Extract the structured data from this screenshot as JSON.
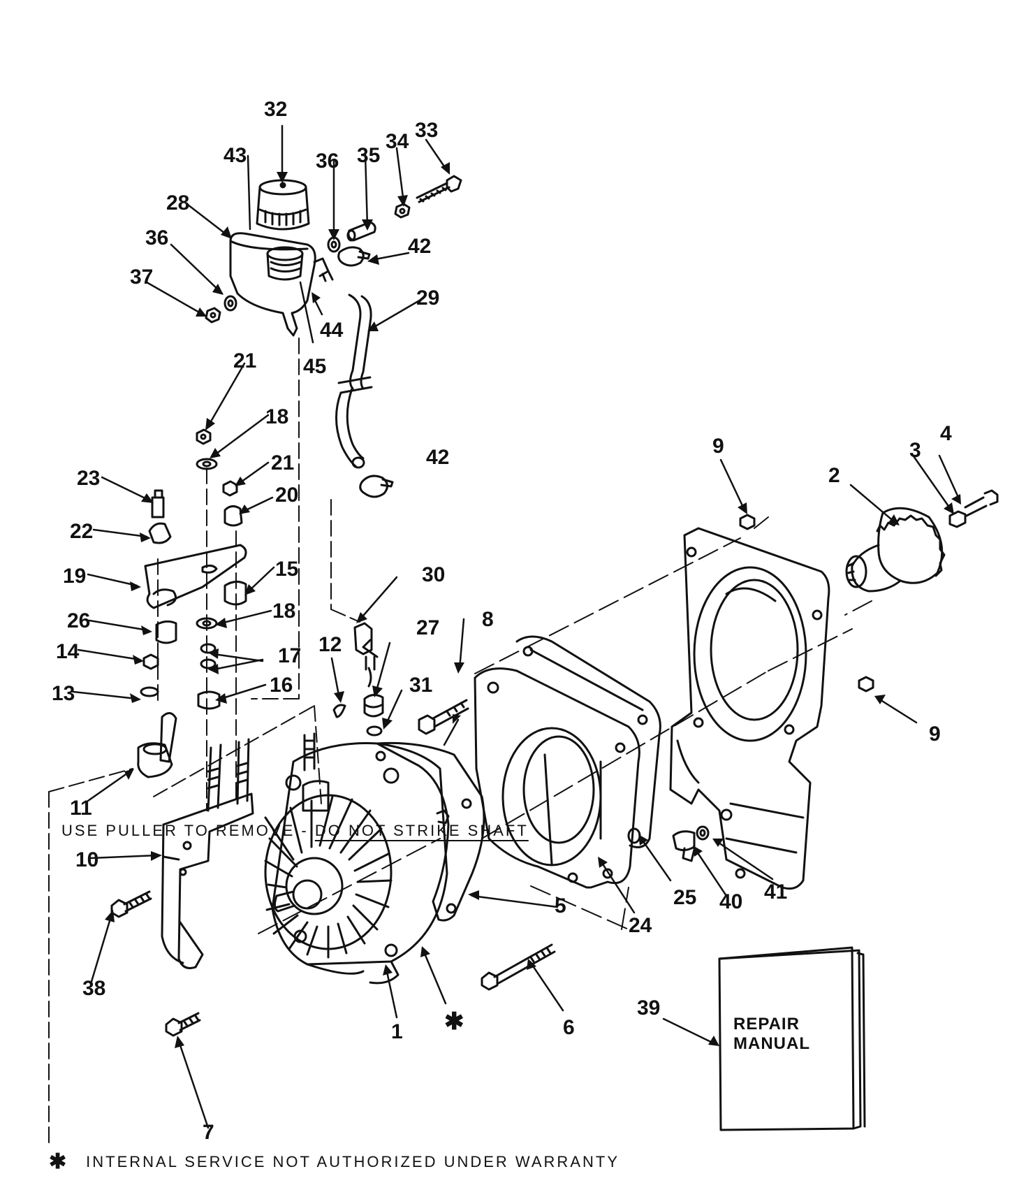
{
  "callouts": {
    "c1": "1",
    "c2": "2",
    "c3": "3",
    "c4": "4",
    "c5": "5",
    "c6": "6",
    "c7": "7",
    "c8": "8",
    "c9a": "9",
    "c9b": "9",
    "c10": "10",
    "c11": "11",
    "c12": "12",
    "c13": "13",
    "c14": "14",
    "c15": "15",
    "c16": "16",
    "c17": "17",
    "c18a": "18",
    "c18b": "18",
    "c19": "19",
    "c20": "20",
    "c21a": "21",
    "c21b": "21",
    "c22": "22",
    "c23": "23",
    "c24": "24",
    "c25": "25",
    "c26": "26",
    "c27": "27",
    "c28": "28",
    "c29": "29",
    "c30": "30",
    "c31": "31",
    "c32": "32",
    "c33": "33",
    "c34": "34",
    "c35": "35",
    "c36a": "36",
    "c36b": "36",
    "c37": "37",
    "c38": "38",
    "c39": "39",
    "c40": "40",
    "c41": "41",
    "c42a": "42",
    "c42b": "42",
    "c43": "43",
    "c44": "44",
    "c45": "45"
  },
  "notes": {
    "puller_prefix": "USE PULLER TO REMOVE - ",
    "puller_underlined": "DO NOT STRIKE SHAFT",
    "warranty_marker": "✱",
    "warranty_text": "INTERNAL SERVICE NOT AUTHORIZED UNDER WARRANTY"
  },
  "manual": {
    "line1": "REPAIR",
    "line2": "MANUAL"
  },
  "asterisk_marker": "✱"
}
